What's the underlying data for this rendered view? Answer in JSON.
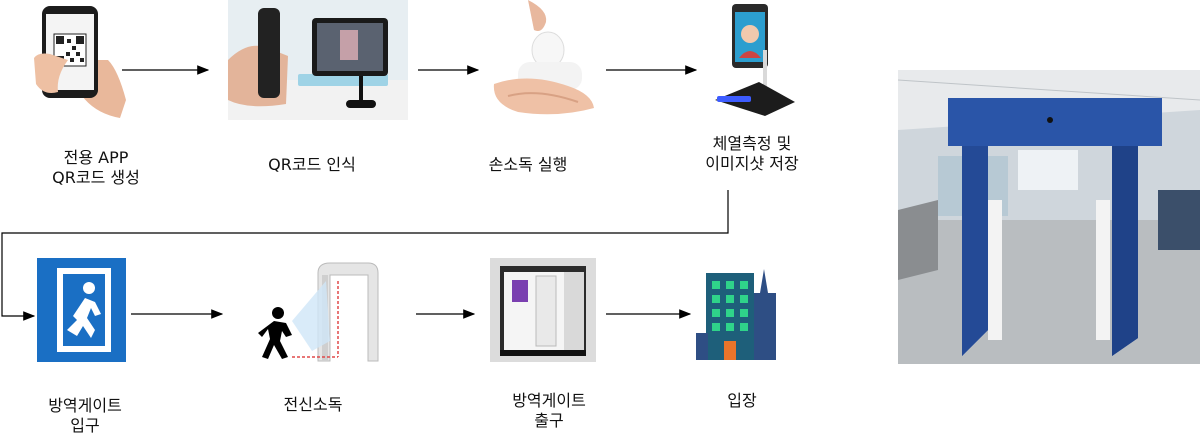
{
  "flow": {
    "row1": [
      {
        "id": "app",
        "lines": [
          "전용 APP",
          "QR코드 생성"
        ],
        "icon": "phone-qr-icon"
      },
      {
        "id": "qr",
        "lines": [
          "QR코드 인식"
        ],
        "icon": "qr-scanner-icon"
      },
      {
        "id": "sanitize",
        "lines": [
          "손소독 실행"
        ],
        "icon": "hand-sanitizer-icon"
      },
      {
        "id": "temp",
        "lines": [
          "체열측정 및",
          "이미지샷 저장"
        ],
        "icon": "thermal-kiosk-icon"
      }
    ],
    "row2": [
      {
        "id": "gate-in",
        "lines": [
          "방역게이트",
          "입구"
        ],
        "icon": "exit-door-icon"
      },
      {
        "id": "disinfect",
        "lines": [
          "전신소독"
        ],
        "icon": "walk-through-gate-icon"
      },
      {
        "id": "gate-out",
        "lines": [
          "방역게이트",
          "출구"
        ],
        "icon": "disinfection-booth-icon"
      },
      {
        "id": "enter",
        "lines": [
          "입장"
        ],
        "icon": "building-icon"
      }
    ]
  },
  "photo": {
    "subject": "quarantine-gate-photo"
  },
  "colors": {
    "gate_blue": "#2a55a8",
    "sign_blue": "#1a6fc4",
    "building_teal": "#1e5f7a",
    "window_green": "#2fd38a",
    "arrow": "#000000"
  }
}
